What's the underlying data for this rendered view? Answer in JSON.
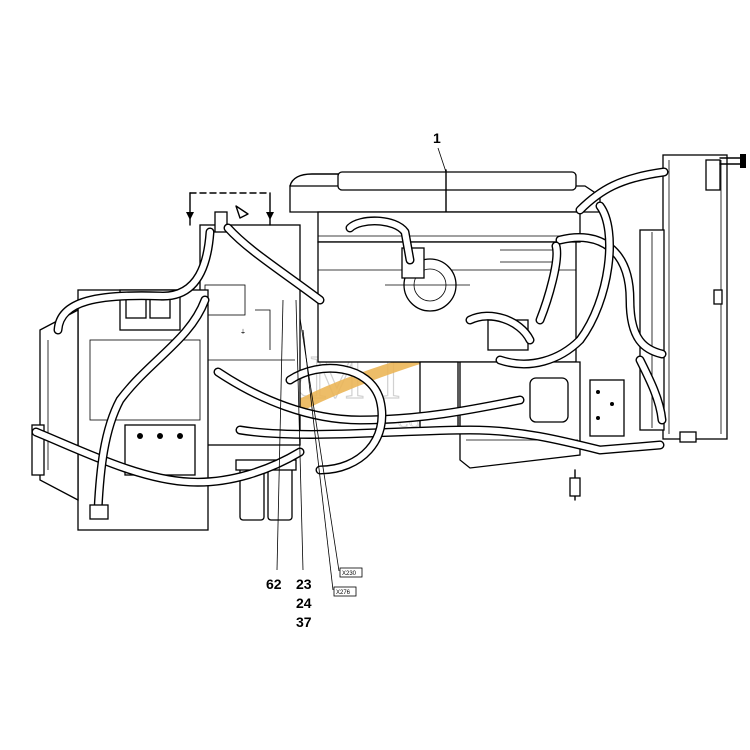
{
  "callouts": {
    "engine": "1",
    "part_62": "62",
    "part_23": "23",
    "part_24": "24",
    "part_37": "37"
  },
  "connector_tags": {
    "upper": "X230",
    "lower": "X276"
  },
  "watermark": {
    "wordmark": "C&M I",
    "subtitle": "COOPERATION",
    "swoosh_color": "#e8a93a",
    "letter_color": "#c9c9c9"
  }
}
